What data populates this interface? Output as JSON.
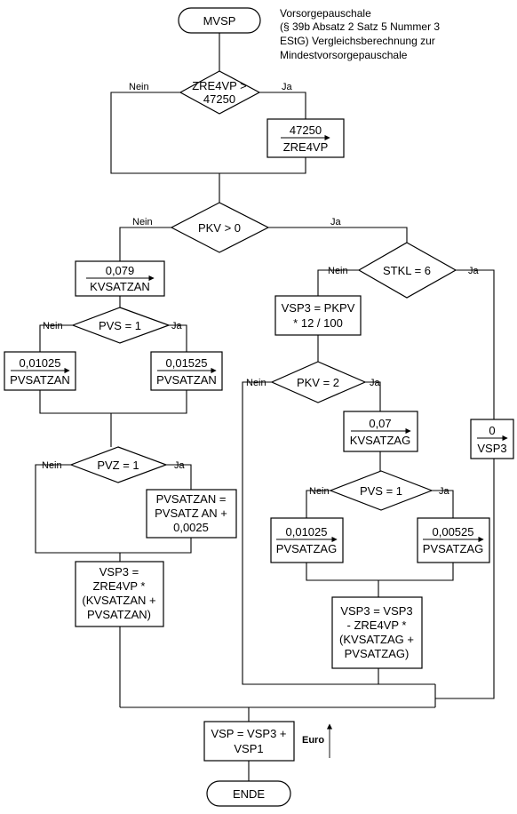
{
  "title": {
    "start": "MVSP",
    "end": "ENDE"
  },
  "note": {
    "lines": [
      "Vorsorgepauschale",
      "(§ 39b Absatz 2 Satz 5 Nummer 3",
      "EStG) Vergleichsberechnung zur",
      "Mindestvorsorgepauschale"
    ]
  },
  "labels": {
    "yes": "Ja",
    "no": "Nein"
  },
  "decisions": {
    "zre4vp": [
      "ZRE4VP >",
      "47250"
    ],
    "pkv_gt0": "PKV > 0",
    "stkl": "STKL = 6",
    "pvs_left": "PVS = 1",
    "pvz": "PVZ = 1",
    "pkv_eq2": "PKV = 2",
    "pvs_right": "PVS = 1"
  },
  "assignments": {
    "zre4vp_cap": {
      "value": "47250",
      "target": "ZRE4VP"
    },
    "kvsatzan": {
      "value": "0,079",
      "target": "KVSATZAN"
    },
    "pvsatzan_a": {
      "value": "0,01025",
      "target": "PVSATZAN"
    },
    "pvsatzan_b": {
      "value": "0,01525",
      "target": "PVSATZAN"
    },
    "kvsatzag": {
      "value": "0,07",
      "target": "KVSATZAG"
    },
    "pvsatzag_a": {
      "value": "0,01025",
      "target": "PVSATZAG"
    },
    "pvsatzag_b": {
      "value": "0,00525",
      "target": "PVSATZAG"
    },
    "vsp3_zero": {
      "value": "0",
      "target": "VSP3"
    }
  },
  "process": {
    "vsp3_pkpv": [
      "VSP3 = PKPV",
      "* 12 / 100"
    ],
    "pvsatzan_plus": [
      "PVSATZAN =",
      "PVSATZ AN +",
      "0,0025"
    ],
    "vsp3_left": [
      "VSP3 =",
      "ZRE4VP *",
      "(KVSATZAN +",
      "PVSATZAN)"
    ],
    "vsp3_right": [
      "VSP3 = VSP3",
      "- ZRE4VP *",
      "(KVSATZAG +",
      "PVSATZAG)"
    ],
    "vsp_final": [
      "VSP = VSP3 +",
      "VSP1"
    ]
  },
  "euro_label": "Euro"
}
